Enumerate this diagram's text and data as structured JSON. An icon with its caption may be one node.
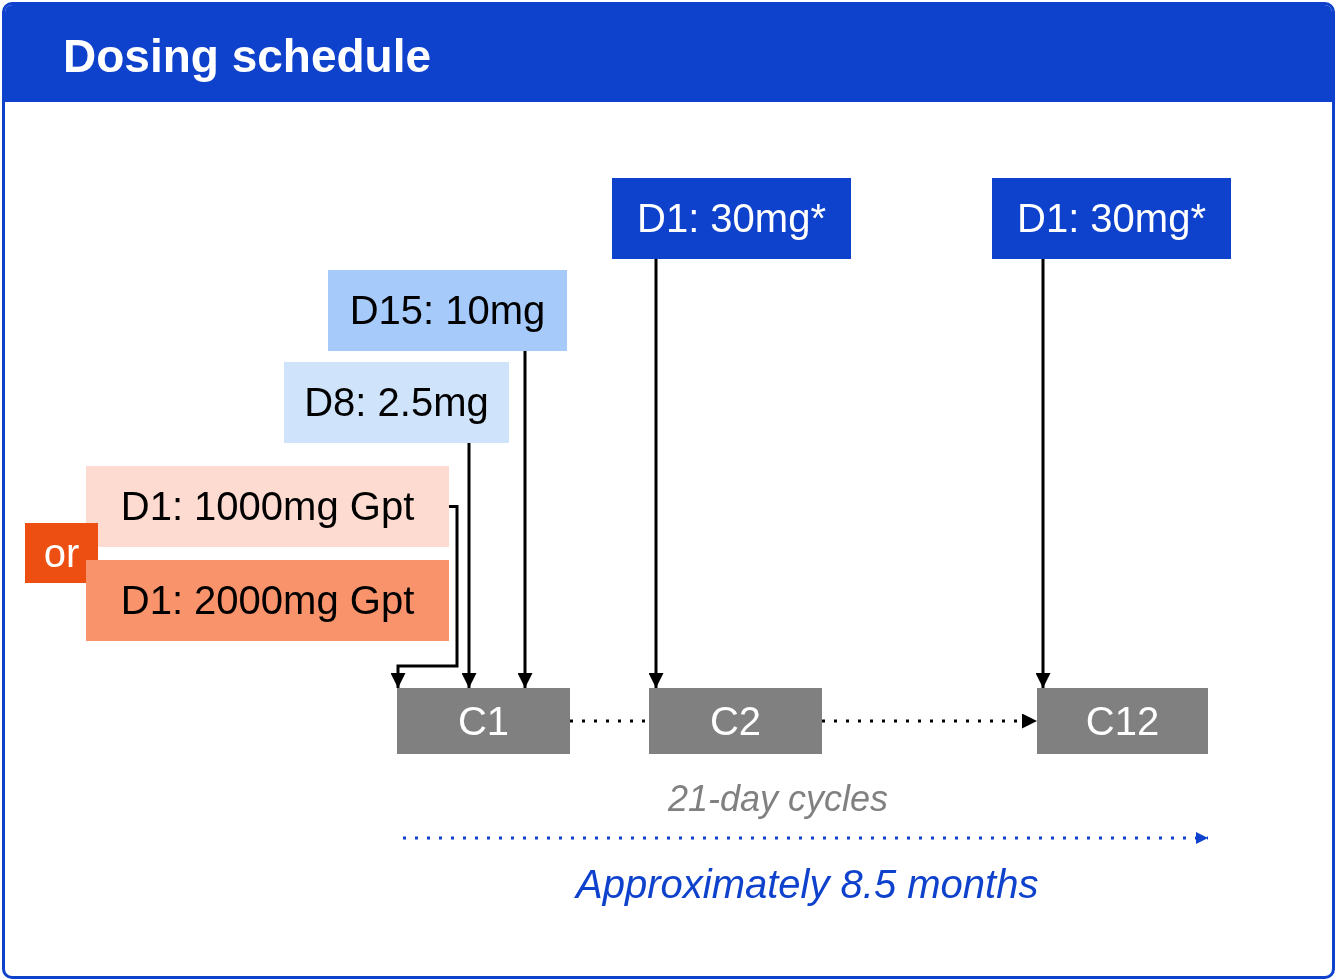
{
  "diagram": {
    "title": "Dosing schedule",
    "nodes": [
      {
        "text": [
          "D1: 30mg*"
        ]
      },
      {
        "text": [
          "D1: 30mg*"
        ]
      },
      {
        "text": [
          "D15: 10mg"
        ]
      },
      {
        "text": [
          "D8: 2.5mg"
        ]
      },
      {
        "text": [
          "D1: 1000mg Gpt"
        ]
      },
      {
        "text": [
          "or"
        ]
      },
      {
        "text": [
          "D1: 2000mg Gpt"
        ]
      },
      {
        "text": [
          "C1"
        ]
      },
      {
        "text": [
          "C2"
        ]
      },
      {
        "text": [
          "C12"
        ]
      }
    ],
    "edges": [
      {
        "from": 4,
        "to": 7,
        "arrow": "to"
      },
      {
        "from": 3,
        "to": 7,
        "arrow": "to"
      },
      {
        "from": 2,
        "to": 7,
        "arrow": "to"
      },
      {
        "from": 0,
        "to": 8,
        "arrow": "to"
      },
      {
        "from": 1,
        "to": 9,
        "arrow": "to"
      },
      {
        "from": 7,
        "to": 8,
        "arrow": "none",
        "style": "dashed"
      },
      {
        "from": 8,
        "to": 9,
        "arrow": "to",
        "style": "dashed"
      }
    ],
    "labels": [
      "21-day cycles",
      "Approximately 8.5 months"
    ]
  }
}
